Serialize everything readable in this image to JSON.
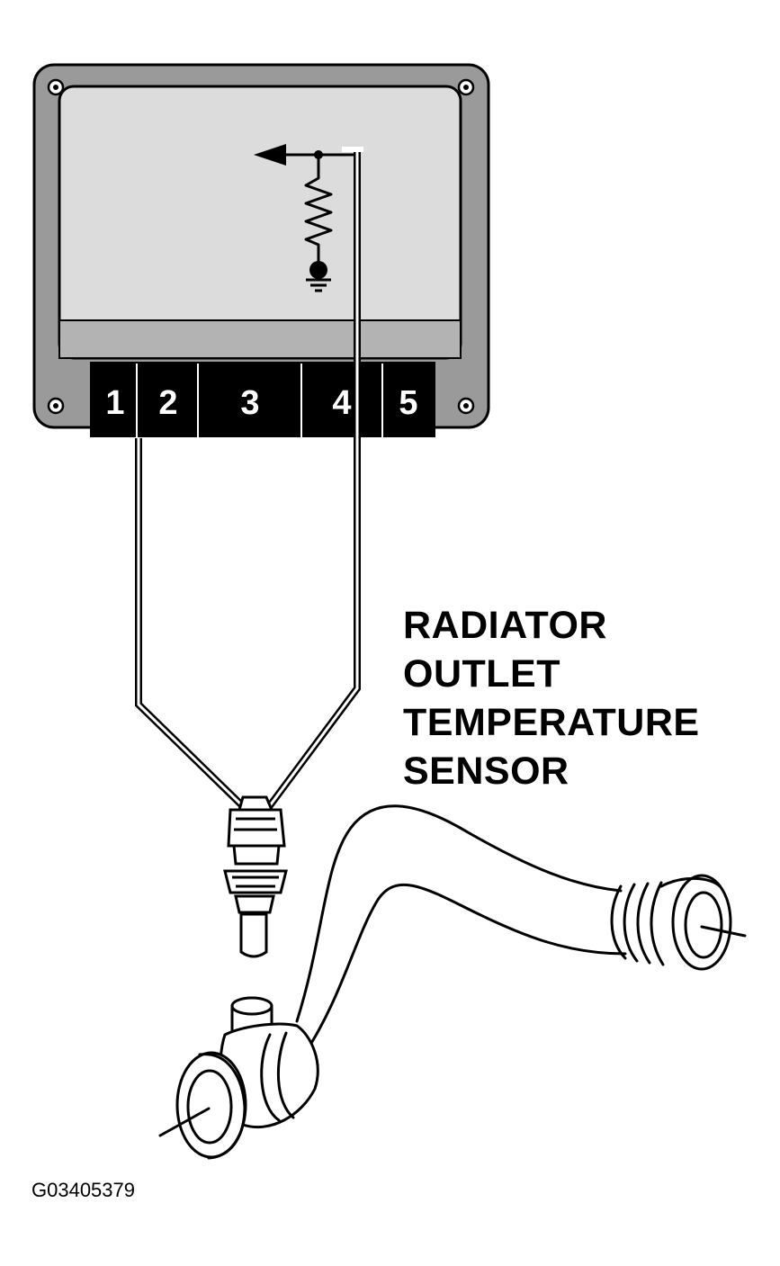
{
  "module": {
    "connector_pins": [
      "1",
      "2",
      "3",
      "4",
      "5"
    ]
  },
  "sensor": {
    "label_lines": [
      "RADIATOR",
      "OUTLET",
      "TEMPERATURE",
      "SENSOR"
    ]
  },
  "figure_id": "G03405379"
}
